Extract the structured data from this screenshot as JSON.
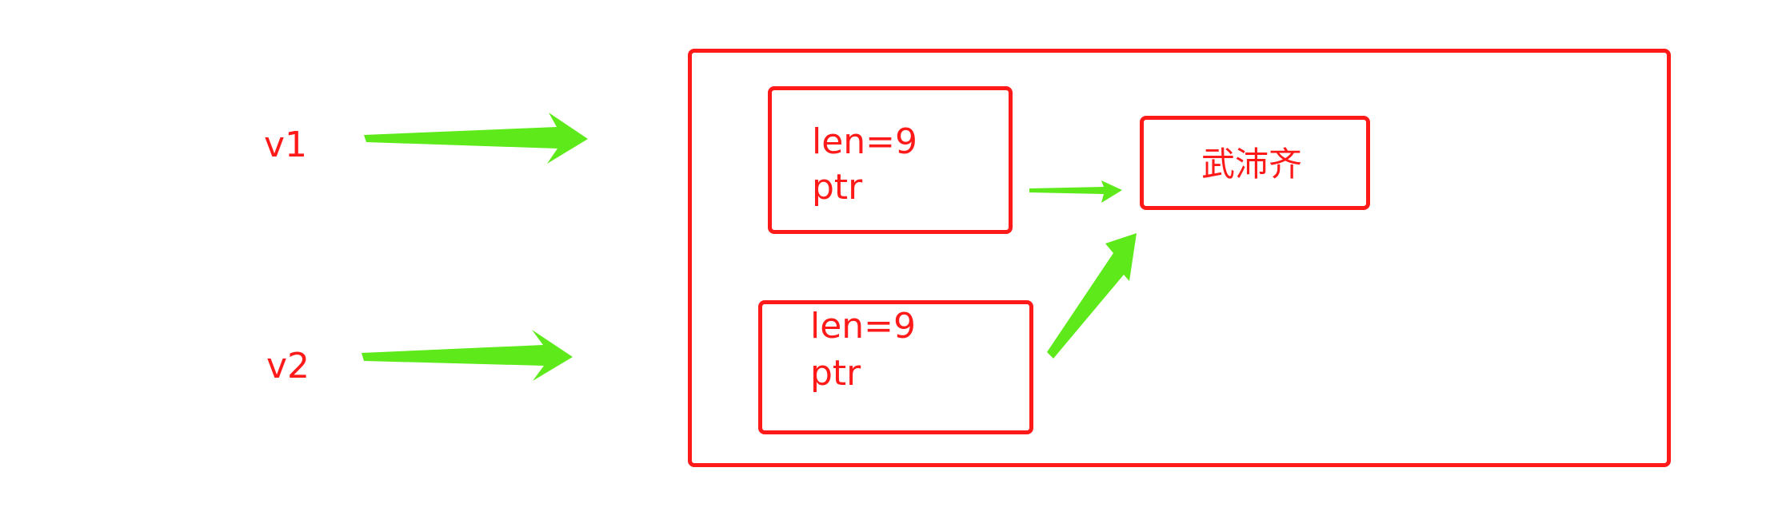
{
  "labels": {
    "v1": "v1",
    "v2": "v2"
  },
  "struct_boxes": [
    {
      "len_text": "len=9",
      "ptr_text": "ptr"
    },
    {
      "len_text": "len=9",
      "ptr_text": "ptr"
    }
  ],
  "target": {
    "text": "武沛齐"
  },
  "colors": {
    "box": "#ff1a1a",
    "arrow": "#5eea1a",
    "text": "#ff1a1a"
  }
}
